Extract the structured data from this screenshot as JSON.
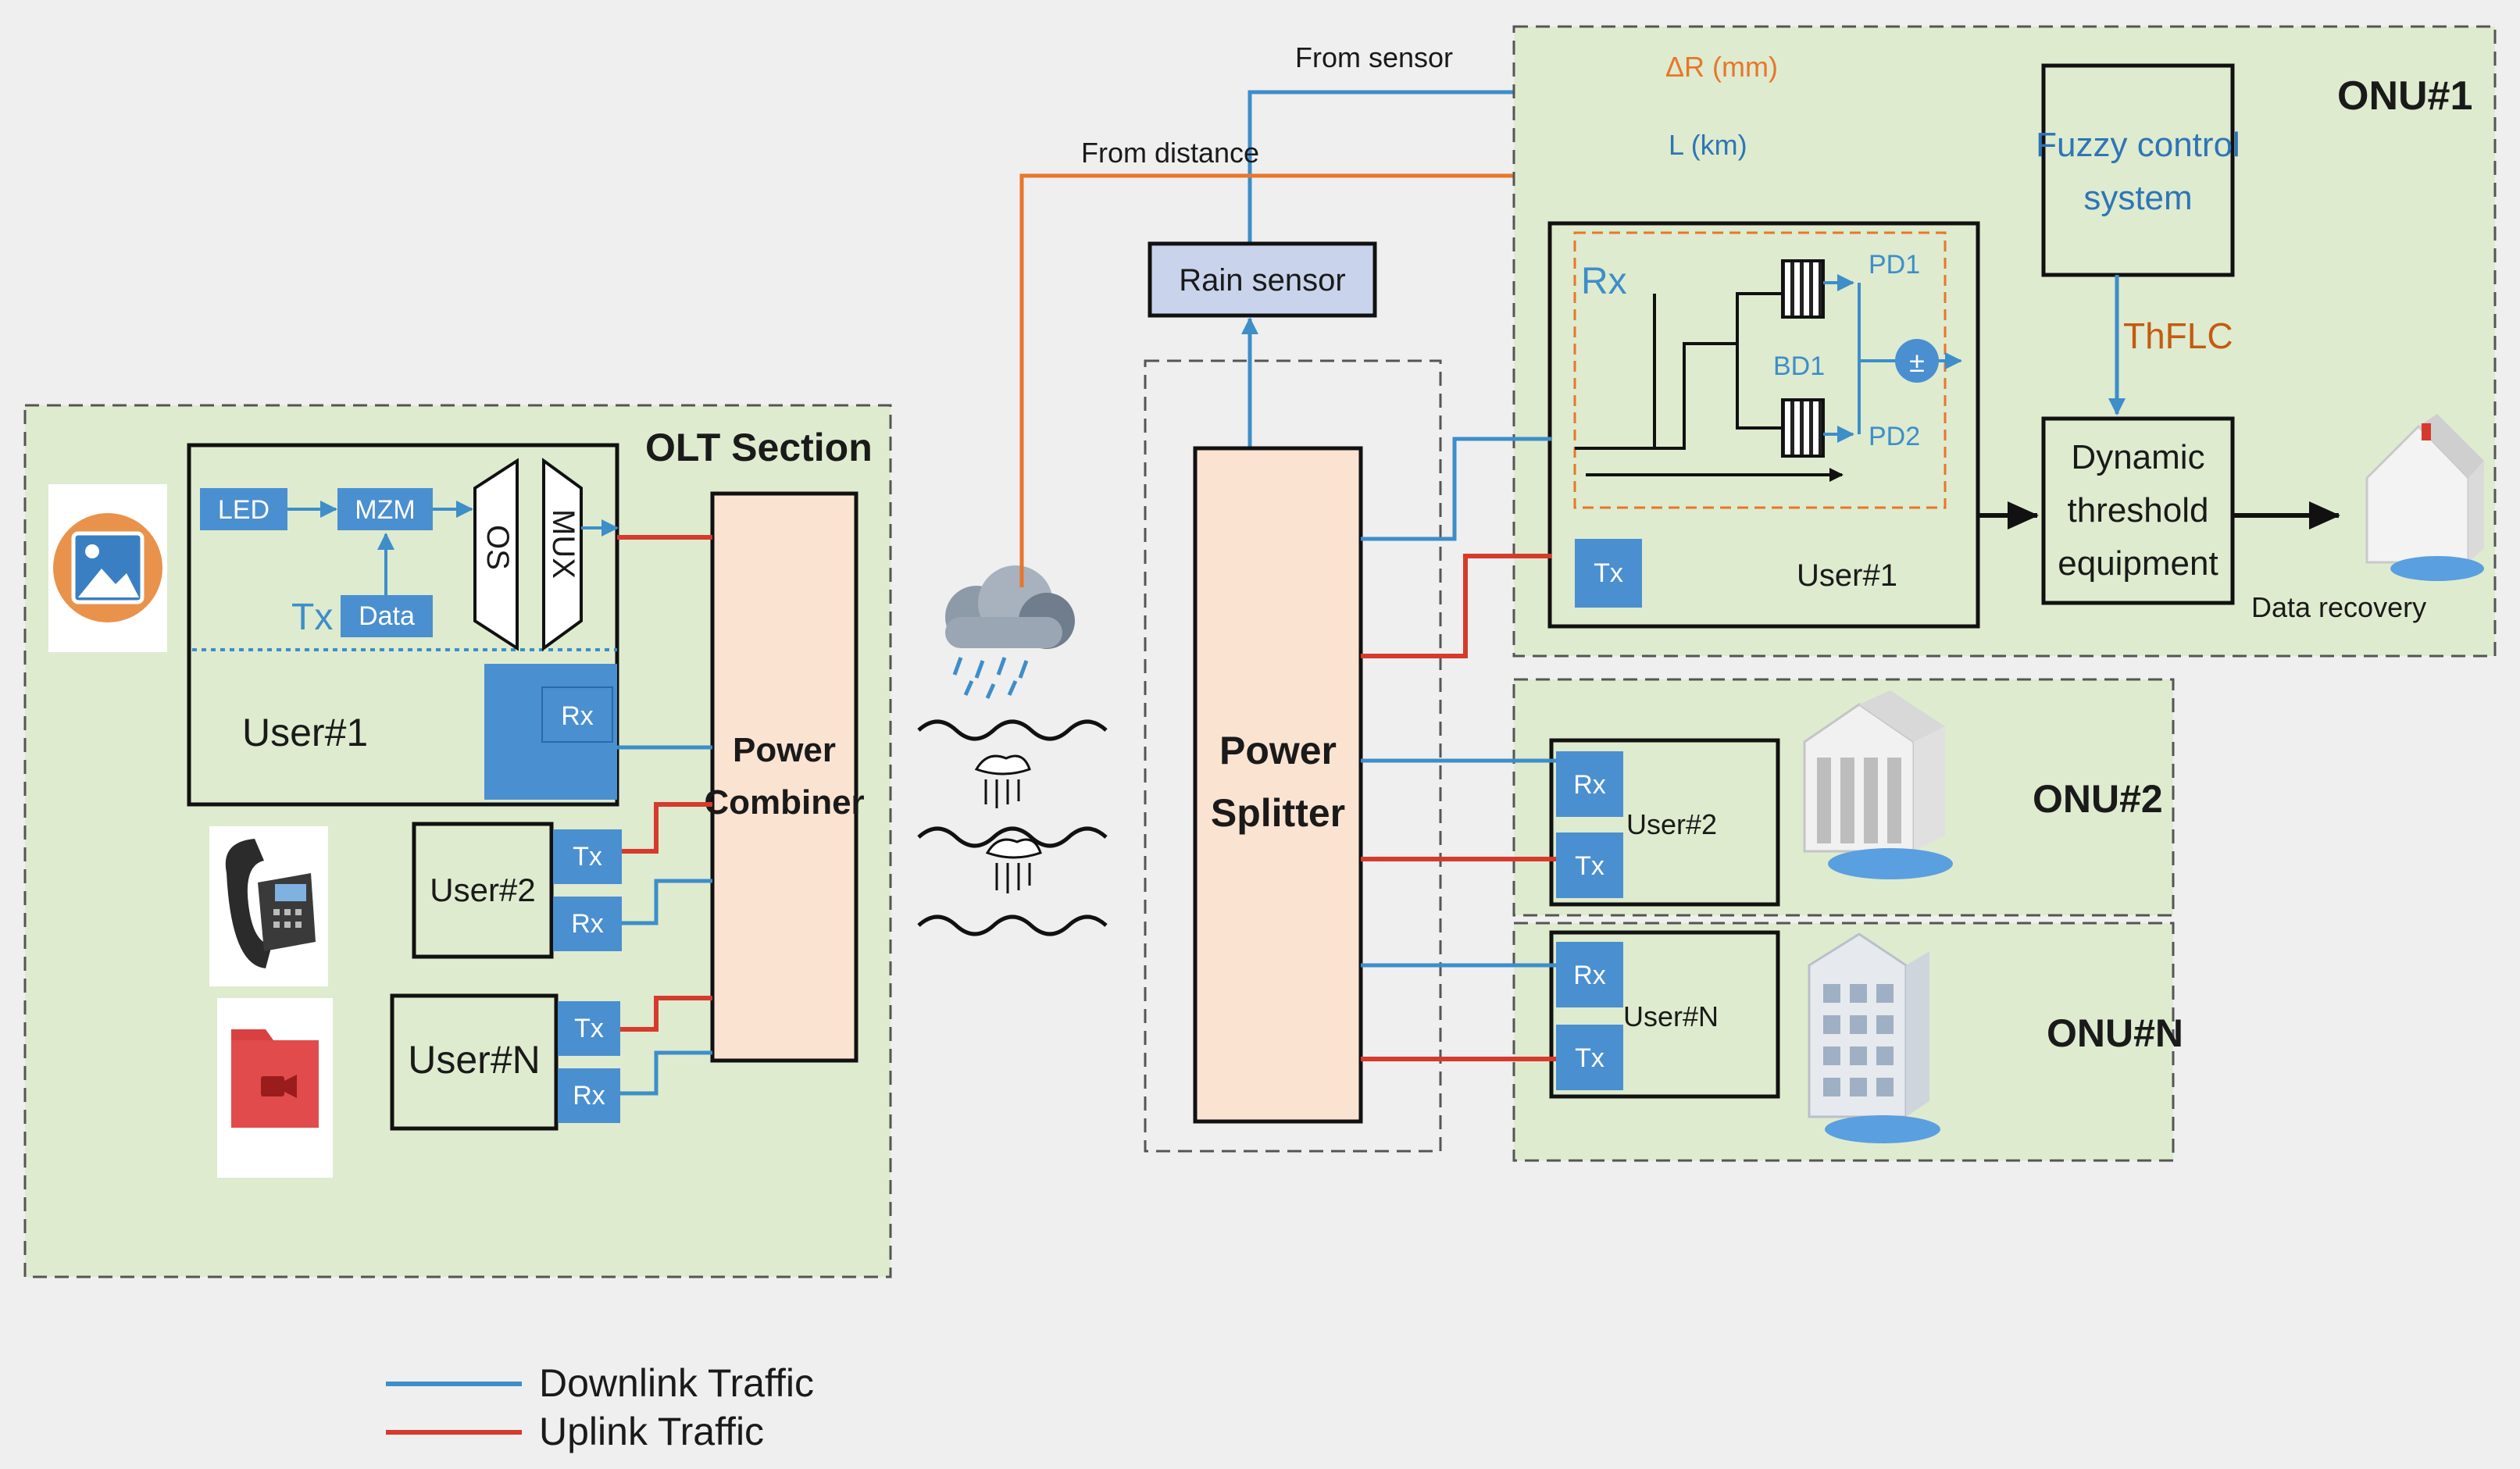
{
  "colors": {
    "downlink": "#3d8ec9",
    "uplink": "#d63a2c",
    "orange_signal": "#e8762b",
    "section_fill": "#deebcf",
    "box_blue": "#4a8fd0",
    "combiner_fill": "#fbe3d2",
    "rain_sensor_fill": "#c9d4ec",
    "fuzzy_text": "#2e75b6",
    "thflc_text": "#c55a11",
    "page_bg": "#efefef"
  },
  "olt": {
    "title": "OLT Section",
    "user1": {
      "label": "User#1",
      "led": "LED",
      "mzm": "MZM",
      "tx": "Tx",
      "data": "Data",
      "os": "OS",
      "mux": "MUX",
      "rx": "Rx"
    },
    "user2": {
      "label": "User#2",
      "tx": "Tx",
      "rx": "Rx"
    },
    "userN": {
      "label": "User#N",
      "tx": "Tx",
      "rx": "Rx"
    },
    "combiner": {
      "line1": "Power",
      "line2": "Combiner"
    },
    "icons": [
      "image-icon",
      "telephone-icon",
      "video-folder-icon"
    ]
  },
  "channel": {
    "icons": [
      "rain-cloud-icon",
      "wave-icon",
      "rain-drop-icon",
      "wave-icon",
      "rain-drop-icon",
      "wave-icon"
    ]
  },
  "splitter": {
    "line1": "Power",
    "line2": "Splitter"
  },
  "rain_sensor": {
    "label": "Rain sensor"
  },
  "signals": {
    "from_sensor": "From sensor",
    "from_distance": "From distance",
    "delta_r": "ΔR (mm)",
    "length": "L (km)",
    "thflc": "ThFLC"
  },
  "onu1": {
    "title": "ONU#1",
    "fuzzy": {
      "line1": "Fuzzy control",
      "line2": "system"
    },
    "receiver": {
      "rx": "Rx",
      "pd1": "PD1",
      "pd2": "PD2",
      "bd1": "BD1",
      "plus_minus": "±",
      "tx": "Tx",
      "user": "User#1"
    },
    "dte": {
      "line1": "Dynamic",
      "line2": "threshold",
      "line3": "equipment"
    },
    "recovery": "Data recovery"
  },
  "onu2": {
    "title": "ONU#2",
    "rx": "Rx",
    "tx": "Tx",
    "user": "User#2"
  },
  "onuN": {
    "title": "ONU#N",
    "rx": "Rx",
    "tx": "Tx",
    "user": "User#N"
  },
  "legend": {
    "downlink": "Downlink Traffic",
    "uplink": "Uplink Traffic"
  }
}
